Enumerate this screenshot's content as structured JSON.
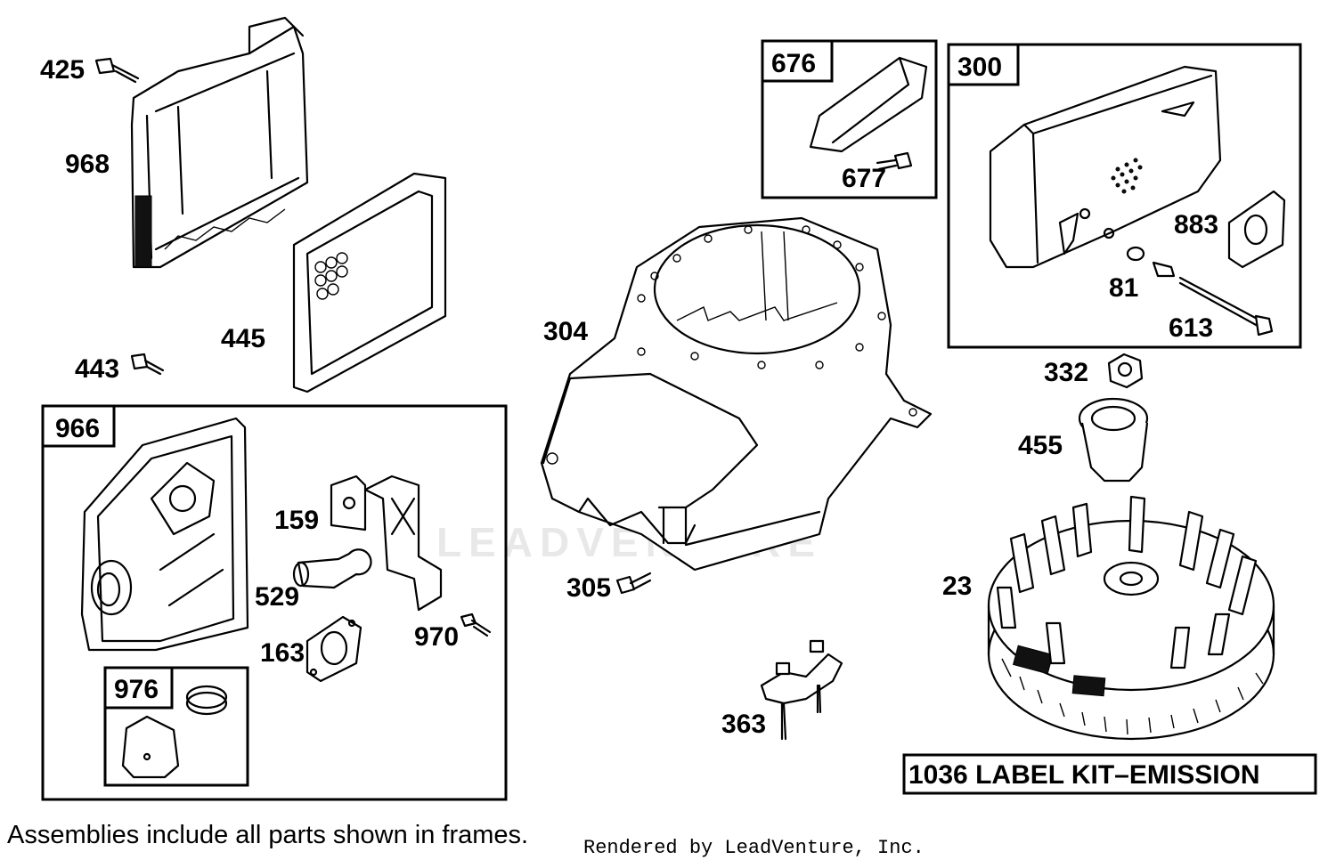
{
  "callouts": {
    "p425": "425",
    "p968": "968",
    "p445": "445",
    "p443": "443",
    "p304": "304",
    "p677": "677",
    "p883": "883",
    "p81": "81",
    "p613": "613",
    "p332": "332",
    "p455": "455",
    "p23": "23",
    "p159": "159",
    "p529": "529",
    "p163": "163",
    "p970": "970",
    "p305": "305",
    "p363": "363"
  },
  "frames": {
    "f966": "966",
    "f976": "976",
    "f676": "676",
    "f300": "300"
  },
  "label_kit": "1036 LABEL KIT–EMISSION",
  "watermark": "LEADVENTURE",
  "footnote": "Assemblies include all parts shown in frames.",
  "credit": "Rendered by LeadVenture, Inc."
}
